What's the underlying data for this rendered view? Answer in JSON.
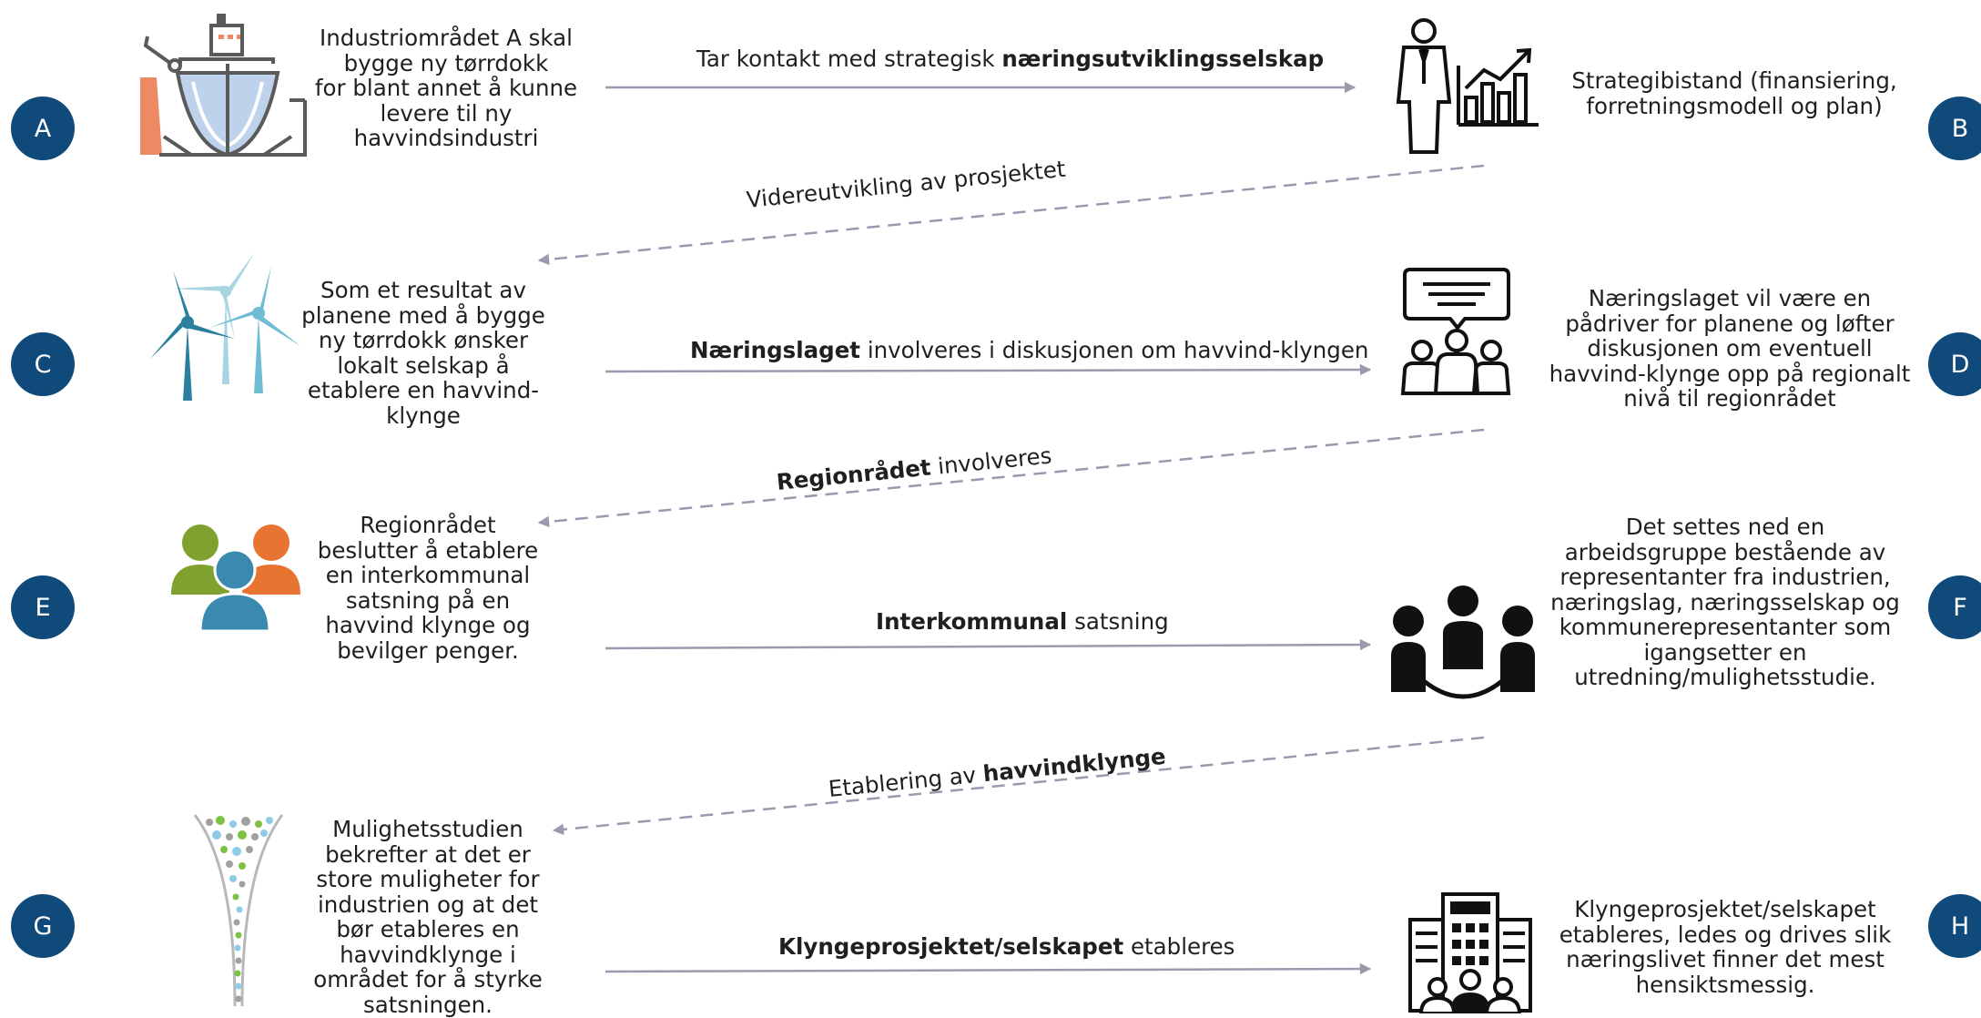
{
  "steps": [
    {
      "letter": "A",
      "icon": "ship-drydock-icon",
      "text": [
        "Industriområdet A skal",
        "bygge ny tørrdokk",
        "for blant annet å kunne",
        "levere til ny",
        "havvindsindustri"
      ]
    },
    {
      "letter": "B",
      "icon": "businessman-chart-icon",
      "text": [
        "Strategibistand (finansiering,",
        "forretningsmodell og plan)"
      ]
    },
    {
      "letter": "C",
      "icon": "wind-turbines-icon",
      "text": [
        "Som et resultat av",
        "planene med å bygge",
        "ny tørrdokk ønsker",
        "lokalt selskap å",
        "etablere en havvind-",
        "klynge"
      ]
    },
    {
      "letter": "D",
      "icon": "discussion-group-icon",
      "text": [
        "Næringslaget vil være en",
        "pådriver for planene og løfter",
        "diskusjonen om eventuell",
        "havvind-klynge opp på regionalt",
        "nivå til regionrådet"
      ]
    },
    {
      "letter": "E",
      "icon": "people-group-icon",
      "text": [
        "Regionrådet",
        "beslutter å etablere",
        "en interkommunal",
        "satsning på en",
        "havvind klynge og",
        "bevilger penger."
      ]
    },
    {
      "letter": "F",
      "icon": "team-meeting-icon",
      "text": [
        "Det settes ned en",
        "arbeidsgruppe bestående av",
        "representanter fra industrien,",
        "næringslag, næringsselskap og",
        "kommunerepresentanter som",
        "igangsetter en",
        "utredning/mulighetsstudie."
      ]
    },
    {
      "letter": "G",
      "icon": "funnel-dots-icon",
      "text": [
        "Mulighetsstudien",
        "bekrefter at det er",
        "store muligheter for",
        "industrien og at det",
        "bør etableres en",
        "havvindklynge i",
        "området for å styrke",
        "satsningen."
      ]
    },
    {
      "letter": "H",
      "icon": "office-building-icon",
      "text": [
        "Klyngeprosjektet/selskapet",
        "etableres, ledes og drives slik",
        "næringslivet finner det mest",
        "hensiktsmessig."
      ]
    }
  ],
  "arrows": [
    {
      "pre": "Tar kontakt med strategisk ",
      "bold": "næringsutviklingsselskap",
      "post": ""
    },
    {
      "pre": "Videreutvikling av prosjektet",
      "bold": "",
      "post": ""
    },
    {
      "pre": "",
      "bold": "Næringslaget",
      "post": " involveres i diskusjonen om havvind-klyngen"
    },
    {
      "pre": "",
      "bold": "Regionrådet",
      "post": " involveres"
    },
    {
      "pre": "",
      "bold": "Interkommunal",
      "post": " satsning"
    },
    {
      "pre": "Etablering av ",
      "bold": "havvindklynge",
      "post": ""
    },
    {
      "pre": "",
      "bold": "Klyngeprosjektet/selskapet",
      "post": " etableres"
    }
  ],
  "colors": {
    "circle": "#0f4a7a",
    "arrow": "#9a9aae"
  }
}
